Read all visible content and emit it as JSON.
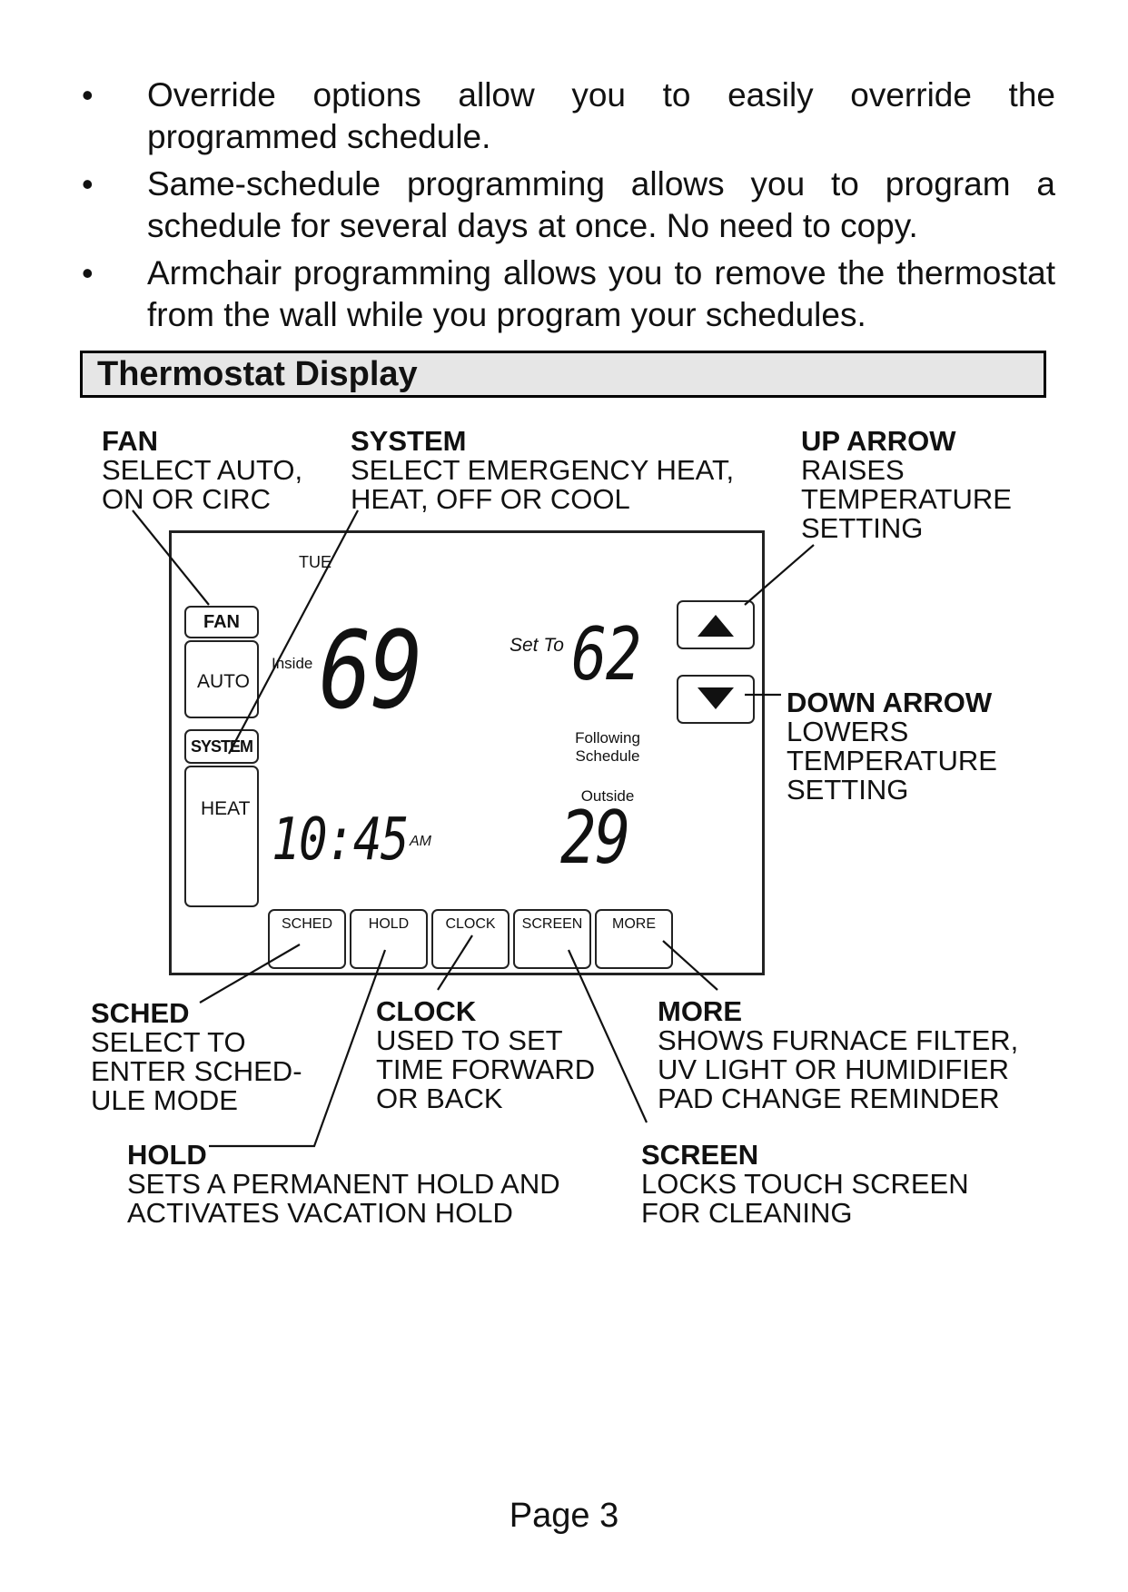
{
  "bullets": [
    "Override options allow you to easily override the programmed schedule.",
    "Same-schedule programming allows you to program a schedule for several days at once. No need to copy.",
    "Armchair programming allows you to remove the thermostat from the wall while you program your schedules."
  ],
  "bullet_symbol": "•",
  "section_title": "Thermostat Display",
  "callouts": {
    "fan": {
      "title": "FAN",
      "desc": "SELECT AUTO,\nON OR CIRC"
    },
    "system": {
      "title": "SYSTEM",
      "desc": "SELECT EMERGENCY HEAT,\nHEAT, OFF OR COOL"
    },
    "up_arrow": {
      "title": "UP ARROW",
      "desc": "RAISES\nTEMPERATURE\nSETTING"
    },
    "down_arrow": {
      "title": "DOWN ARROW",
      "desc": "LOWERS\nTEMPERATURE\nSETTING"
    },
    "sched": {
      "title": "SCHED",
      "desc": "SELECT TO\nENTER SCHED-\nULE MODE"
    },
    "clock": {
      "title": "CLOCK",
      "desc": "USED TO SET\nTIME FORWARD\nOR BACK"
    },
    "more": {
      "title": "MORE",
      "desc": "SHOWS FURNACE FILTER,\nUV LIGHT OR HUMIDIFIER\nPAD CHANGE REMINDER"
    },
    "hold": {
      "title": "HOLD",
      "desc": "SETS A PERMANENT HOLD AND\nACTIVATES VACATION HOLD"
    },
    "screen": {
      "title": "SCREEN",
      "desc": "LOCKS TOUCH SCREEN\nFOR CLEANING"
    }
  },
  "thermostat": {
    "day": "TUE",
    "fan_label": "FAN",
    "fan_value": "AUTO",
    "system_label": "SYSTEM",
    "system_value": "HEAT",
    "inside_label": "Inside",
    "inside_temp": "69",
    "set_to_label": "Set To",
    "set_temp": "62",
    "status_line1": "Following",
    "status_line2": "Schedule",
    "outside_label": "Outside",
    "outside_temp": "29",
    "time": "10:45",
    "ampm": "AM",
    "buttons": [
      "SCHED",
      "HOLD",
      "CLOCK",
      "SCREEN",
      "MORE"
    ]
  },
  "page_number": "Page 3"
}
